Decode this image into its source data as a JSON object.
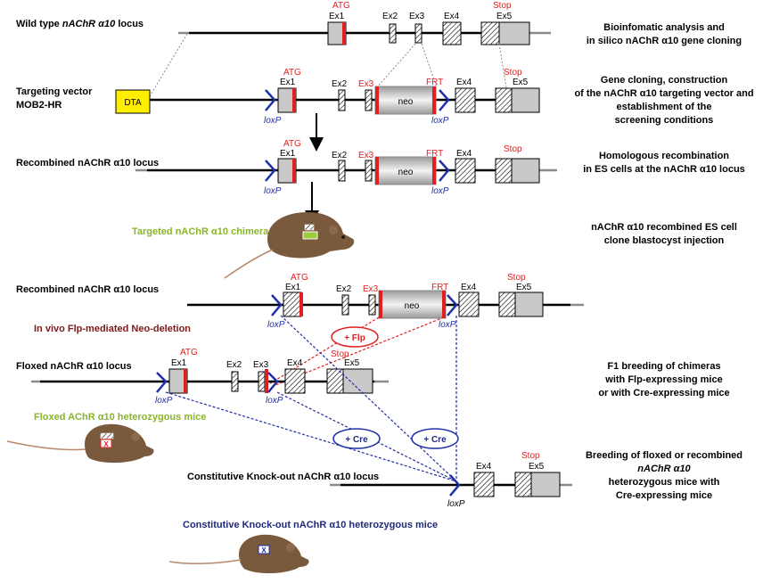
{
  "rows": {
    "wt": {
      "title": "Wild type ",
      "gene": "nAChR",
      "alpha": "α10",
      "suffix": " locus",
      "desc1": "Bioinfomatic analysis and",
      "desc2": "in silico nAChR α10 gene cloning"
    },
    "tv": {
      "title1": "Targeting vector",
      "title2": "MOB2-HR",
      "desc1": "Gene cloning, construction",
      "desc2": "of the nAChR α10 targeting vector and",
      "desc3": "establishment of the",
      "desc4": "screening conditions"
    },
    "rec": {
      "title": "Recombined nAChR α10 locus",
      "desc1": "Homologous recombination",
      "desc2": "in ES cells at the nAChR α10 locus"
    },
    "chim": {
      "title": "Targeted nAChR α10 chimeras",
      "desc1": "nAChR α10 recombined ES cell",
      "desc2": "clone blastocyst injection"
    },
    "rec2": {
      "title": "Recombined nAChR α10 locus",
      "sub": "In vivo Flp-mediated Neo-deletion"
    },
    "flox": {
      "title": "Floxed nAChR α10 locus",
      "mice": "Floxed AChR α10 heterozygous mice",
      "desc1": "F1 breeding of chimeras",
      "desc2": "with Flp-expressing mice",
      "desc3": "or with Cre-expressing mice"
    },
    "ko": {
      "title": "Constitutive Knock-out nAChR α10 locus",
      "mice": "Constitutive Knock-out nAChR α10 heterozygous mice",
      "desc1": "Breeding of floxed or recombined",
      "desc2": "nAChR α10",
      "desc3": "heterozygous mice with",
      "desc4": "Cre-expressing mice"
    }
  },
  "labels": {
    "atg": "ATG",
    "stop": "Stop",
    "ex1": "Ex1",
    "ex2": "Ex2",
    "ex3": "Ex3",
    "ex4": "Ex4",
    "ex5": "Ex5",
    "neo": "neo",
    "frt": "FRT",
    "loxp": "loxP",
    "dta": "DTA",
    "flp": "+ Flp",
    "cre": "+ Cre"
  },
  "colors": {
    "red": "#e02020",
    "blue": "#1f2fa8",
    "green": "#8ab52a",
    "navy": "#1f2a7a",
    "maroon": "#7a1a1a",
    "dta": "#ffee00"
  }
}
